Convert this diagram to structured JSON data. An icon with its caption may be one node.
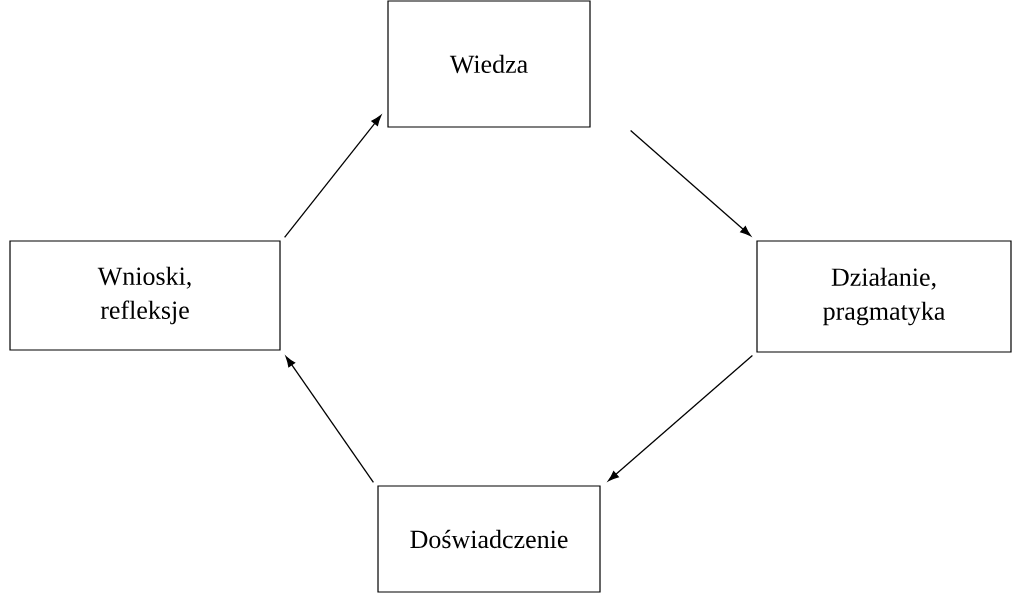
{
  "diagram": {
    "nodes": [
      {
        "text": [
          "Wiedza"
        ]
      },
      {
        "text": [
          "Działanie, pragmatyka"
        ]
      },
      {
        "text": [
          "Doświadczenie"
        ]
      },
      {
        "text": [
          "Wnioski, refleksje"
        ]
      }
    ],
    "edges": [
      {
        "from": 0,
        "to": 1,
        "arrow": "to"
      },
      {
        "from": 1,
        "to": 2,
        "arrow": "to"
      },
      {
        "from": 2,
        "to": 3,
        "arrow": "to"
      },
      {
        "from": 3,
        "to": 0,
        "arrow": "to"
      }
    ]
  }
}
